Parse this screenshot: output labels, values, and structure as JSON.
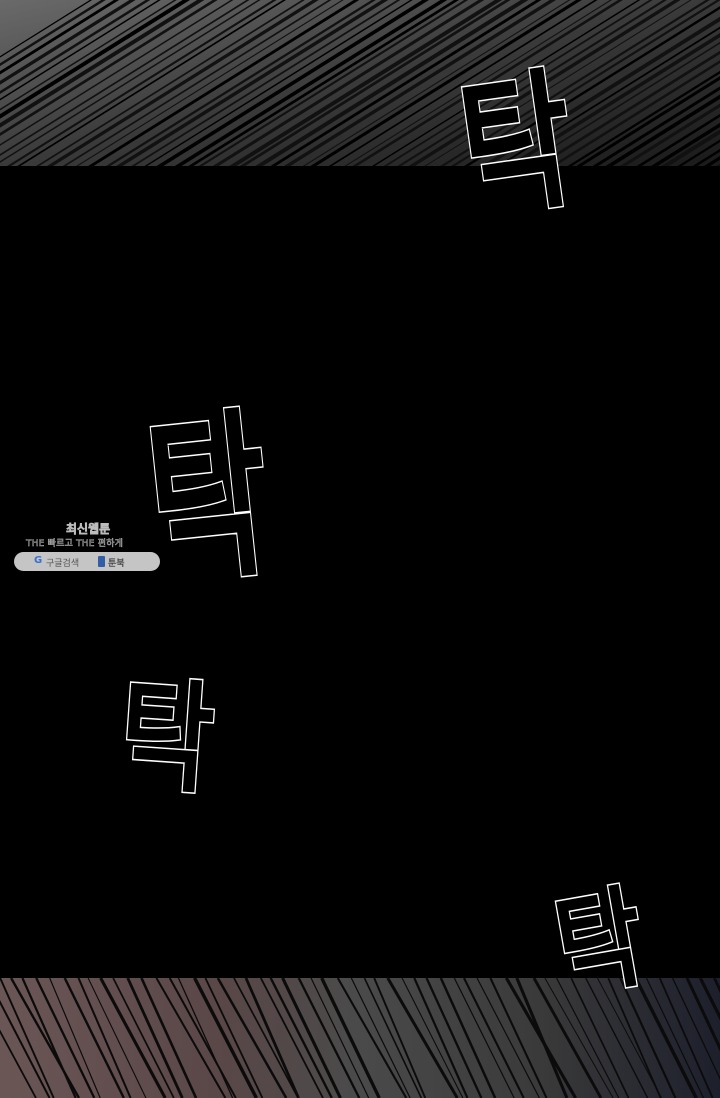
{
  "sfx": [
    "탁",
    "탁",
    "탁",
    "탁"
  ],
  "watermark": {
    "title": "최신웹툰",
    "subtitle": "THE 빠르고 THE 편하게",
    "google_label": "구글검색",
    "brand_label": "툰북",
    "google_icon": "google-g-icon",
    "book_icon": "book-icon"
  },
  "colors": {
    "background": "#000000",
    "outline": "#ffffff"
  }
}
